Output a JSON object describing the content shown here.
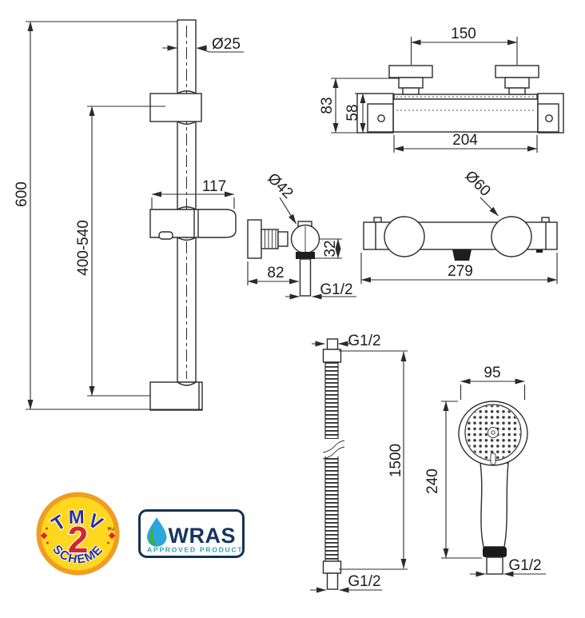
{
  "drawing": {
    "slide_rail": {
      "diameter": "Ø25",
      "height": "600",
      "adjustable_range": "400-540",
      "bracket_width": "117"
    },
    "valve_top": {
      "inlet_centres": "150",
      "depth": "83",
      "bracket_depth": "58",
      "width": "204"
    },
    "wall_elbow": {
      "diameter": "Ø42",
      "width": "82",
      "drop": "32",
      "outlet_thread": "G1/2"
    },
    "valve_front": {
      "handle_diameter": "Ø60",
      "width": "279"
    },
    "hose": {
      "top_thread": "G1/2",
      "length": "1500",
      "bottom_thread": "G1/2"
    },
    "handset": {
      "head_diameter": "95",
      "length": "240",
      "thread": "G1/2"
    }
  },
  "logos": {
    "tmv2": {
      "top": "TMV",
      "number": "2",
      "bottom": "SCHEME",
      "trademark": "TM",
      "colors": {
        "ring": "#EF9D23",
        "face": "#FFD71F",
        "text": "#2E3192",
        "number": "#D6252C"
      }
    },
    "wras": {
      "name": "WRAS",
      "subtitle": "APPROVED PRODUCT",
      "colors": {
        "border": "#14324F",
        "name": "#16355D",
        "subtitle": "#2E9EC0",
        "drop_blue": "#2AA7DE",
        "drop_green": "#3FAF49"
      }
    }
  }
}
